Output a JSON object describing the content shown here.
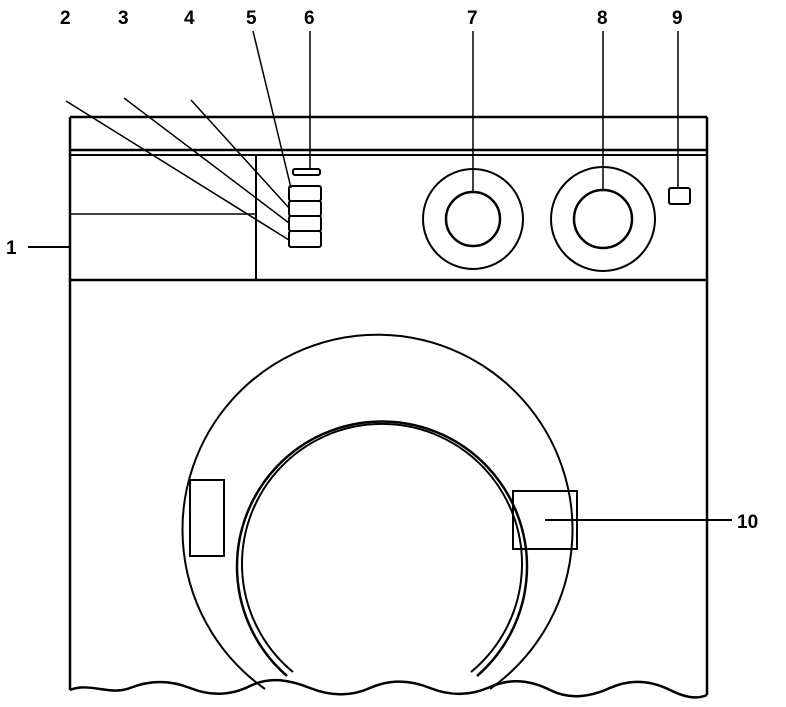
{
  "callouts": [
    "1",
    "2",
    "3",
    "4",
    "5",
    "6",
    "7",
    "8",
    "9",
    "10"
  ],
  "colors": {
    "ink": "#000000",
    "paper": "#ffffff"
  }
}
